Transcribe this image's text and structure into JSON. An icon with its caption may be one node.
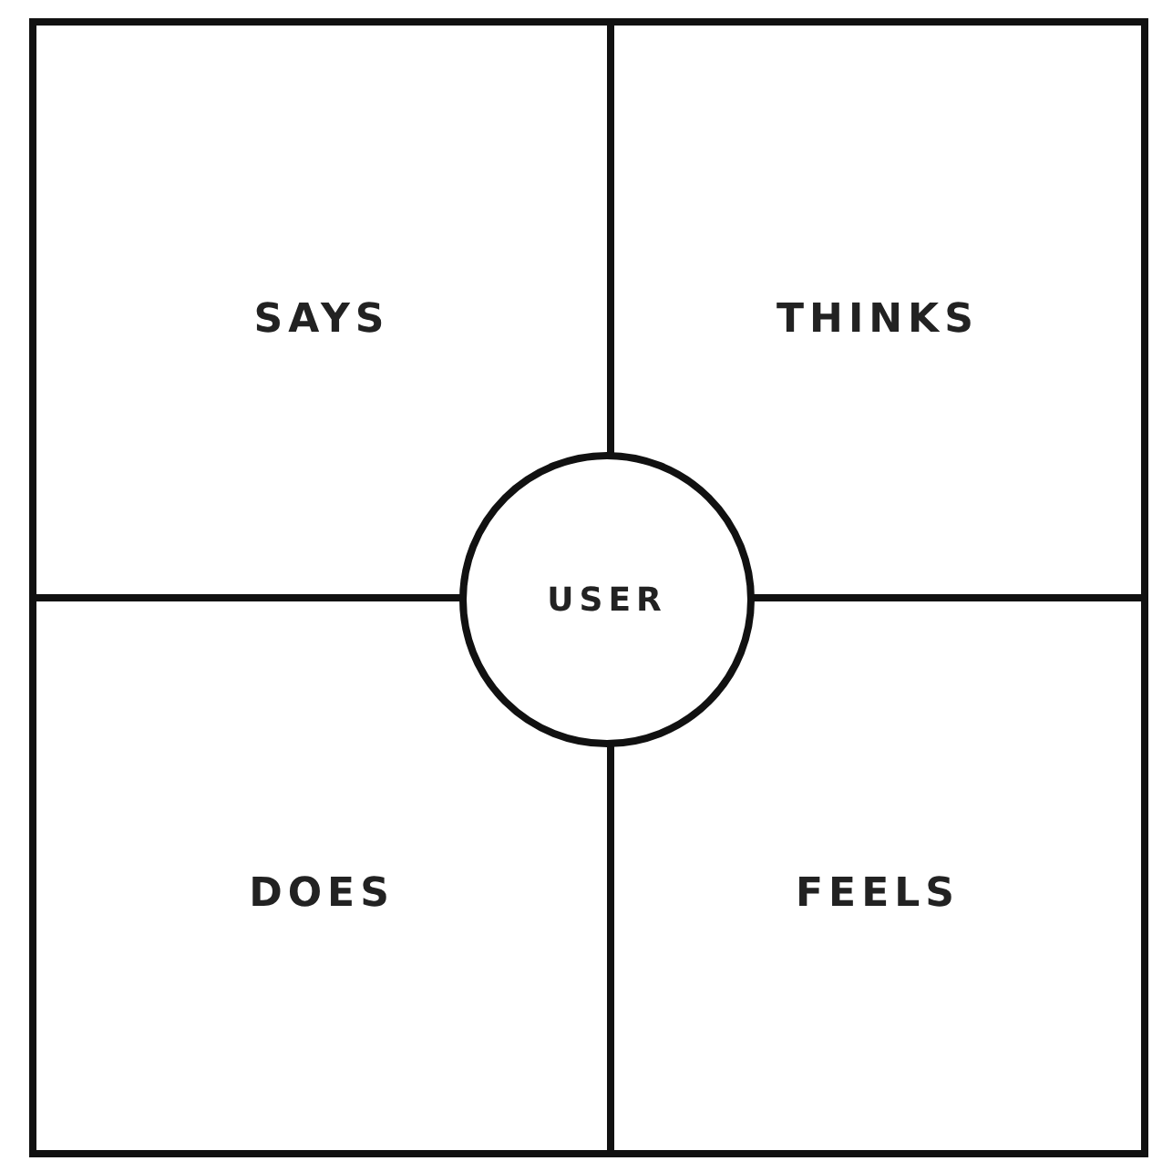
{
  "diagram": {
    "nodes": [
      {
        "text": [
          "SAYS"
        ]
      },
      {
        "text": [
          "THINKS"
        ]
      },
      {
        "text": [
          "USER"
        ]
      },
      {
        "text": [
          "DOES"
        ]
      },
      {
        "text": [
          "FEELS"
        ]
      }
    ]
  }
}
